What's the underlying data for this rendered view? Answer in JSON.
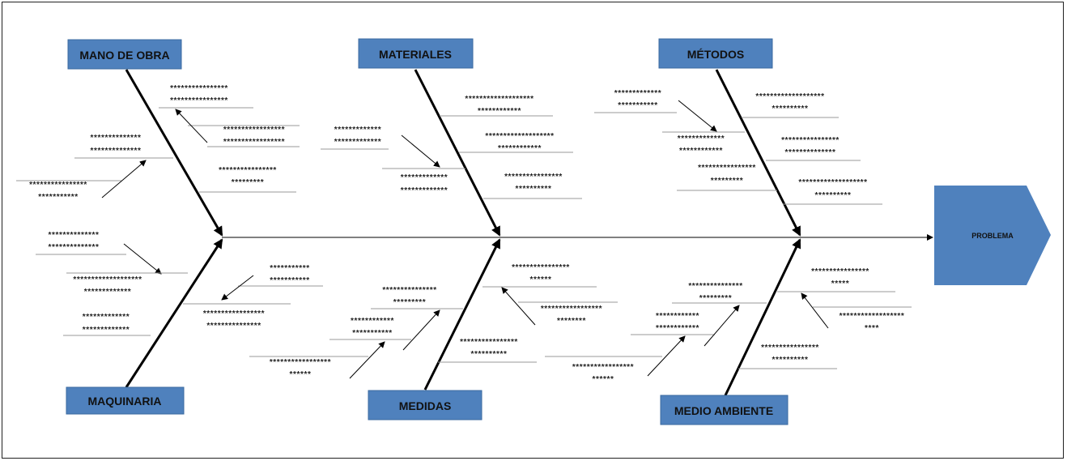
{
  "colors": {
    "box_fill": "#4f81bd",
    "box_stroke": "#3b6aa0",
    "line": "#000000"
  },
  "problem": {
    "label": "PROBLEMA"
  },
  "categories": {
    "mano_de_obra": "MANO DE OBRA",
    "materiales": "MATERIALES",
    "metodos": "MÉTODOS",
    "maquinaria": "MAQUINARIA",
    "medidas": "MEDIDAS",
    "medio_ambiente": "MEDIO AMBIENTE"
  },
  "causes": {
    "mdo_1a": "****************",
    "mdo_1b": "****************",
    "mdo_2a": "*****************",
    "mdo_2b": "*****************",
    "mdo_3a": "**************",
    "mdo_3b": "**************",
    "mdo_4a": "****************",
    "mdo_4b": "***********",
    "mdo_5a": "****************",
    "mdo_5b": "*********",
    "mat_1a": "*******************",
    "mat_1b": "************",
    "mat_2a": "*************",
    "mat_2b": "*************",
    "mat_3a": "*******************",
    "mat_3b": "************",
    "mat_4a": "*************",
    "mat_4b": "*************",
    "mat_5a": "****************",
    "mat_5b": "**********",
    "met_1a": "*************",
    "met_1b": "***********",
    "met_2a": "*******************",
    "met_2b": "**********",
    "met_3a": "*************",
    "met_3b": "************",
    "met_4a": "****************",
    "met_4b": "**************",
    "met_5a": "****************",
    "met_5b": "*********",
    "met_6a": "*******************",
    "met_6b": "**********",
    "maq_1a": "**************",
    "maq_1b": "**************",
    "maq_2a": "*******************",
    "maq_2b": "*************",
    "maq_3a": "***********",
    "maq_3b": "***********",
    "maq_4a": "*****************",
    "maq_4b": "***************",
    "maq_5a": "*************",
    "maq_5b": "*************",
    "med_1a": "***************",
    "med_1b": "*********",
    "med_2a": "************",
    "med_2b": "***********",
    "med_3a": "*****************",
    "med_3b": "******",
    "med_4a": "****************",
    "med_4b": "******",
    "med_5a": "*****************",
    "med_5b": "********",
    "med_6a": "****************",
    "med_6b": "**********",
    "amb_1a": "***************",
    "amb_1b": "*********",
    "amb_2a": "************",
    "amb_2b": "************",
    "amb_3a": "*****************",
    "amb_3b": "******",
    "amb_4a": "****************",
    "amb_4b": "*****",
    "amb_5a": "******************",
    "amb_5b": "****",
    "amb_6a": "****************",
    "amb_6b": "**********"
  }
}
